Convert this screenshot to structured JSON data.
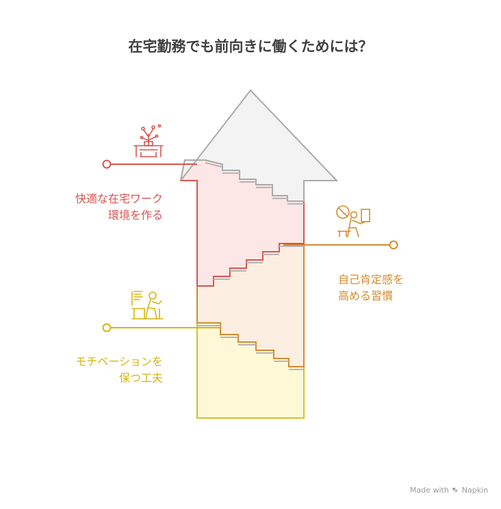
{
  "title": "在宅勤務でも前向きに働くためには？",
  "steps": [
    {
      "line1": "快適な在宅ワーク",
      "line2": "環境を作る",
      "color": "#d9534f",
      "icon": "desk-plant-icon"
    },
    {
      "line1": "自己肯定感を",
      "line2": "高める習慣",
      "color": "#d58a2d",
      "icon": "person-no-sign-icon"
    },
    {
      "line1": "モチベーションを",
      "line2": "保つ工夫",
      "color": "#d4b50f",
      "icon": "person-at-desk-icon"
    }
  ],
  "watermark": {
    "prefix": "Made with",
    "brand": "Napkin"
  }
}
